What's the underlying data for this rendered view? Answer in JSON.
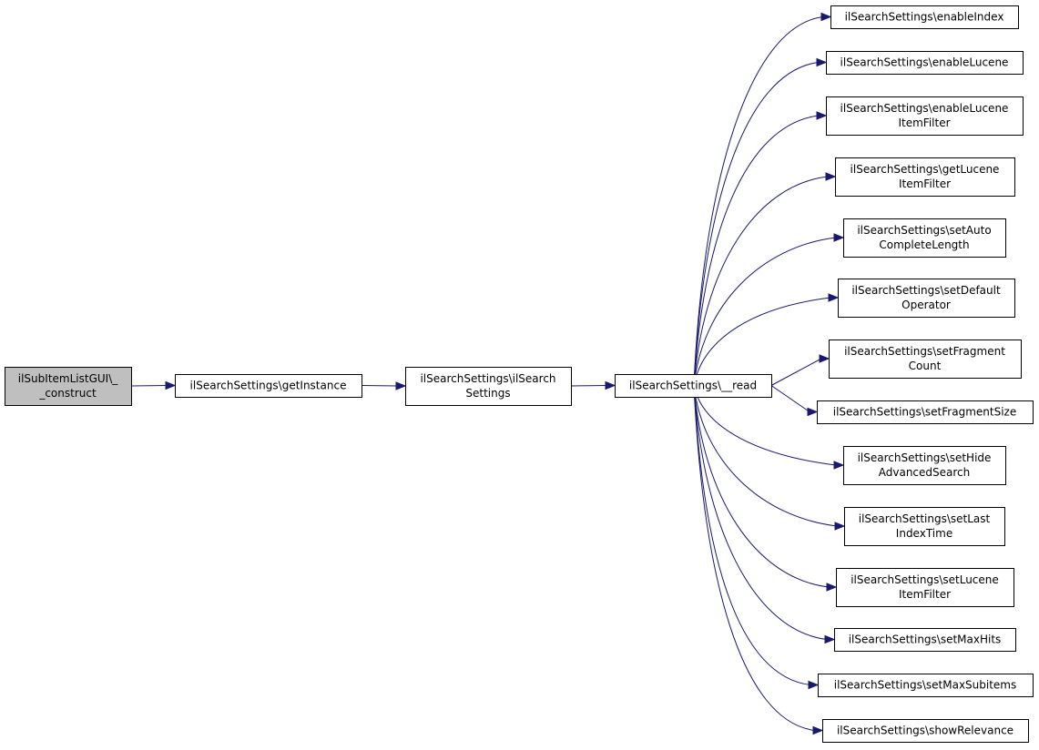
{
  "colors": {
    "edge": "#191970",
    "root_fill": "#bfbfbf",
    "node_fill": "#ffffff",
    "border": "#000000"
  },
  "nodes": [
    {
      "id": "n0",
      "lines": [
        "ilSubItemListGUI\\_",
        "_construct"
      ]
    },
    {
      "id": "n1",
      "lines": [
        "ilSearchSettings\\getInstance"
      ]
    },
    {
      "id": "n2",
      "lines": [
        "ilSearchSettings\\ilSearch",
        "Settings"
      ]
    },
    {
      "id": "n3",
      "lines": [
        "ilSearchSettings\\__read"
      ]
    },
    {
      "id": "n4",
      "lines": [
        "ilSearchSettings\\enableIndex"
      ]
    },
    {
      "id": "n5",
      "lines": [
        "ilSearchSettings\\enableLucene"
      ]
    },
    {
      "id": "n6",
      "lines": [
        "ilSearchSettings\\enableLucene",
        "ItemFilter"
      ]
    },
    {
      "id": "n7",
      "lines": [
        "ilSearchSettings\\getLucene",
        "ItemFilter"
      ]
    },
    {
      "id": "n8",
      "lines": [
        "ilSearchSettings\\setAuto",
        "CompleteLength"
      ]
    },
    {
      "id": "n9",
      "lines": [
        "ilSearchSettings\\setDefault",
        "Operator"
      ]
    },
    {
      "id": "n10",
      "lines": [
        "ilSearchSettings\\setFragment",
        "Count"
      ]
    },
    {
      "id": "n11",
      "lines": [
        "ilSearchSettings\\setFragmentSize"
      ]
    },
    {
      "id": "n12",
      "lines": [
        "ilSearchSettings\\setHide",
        "AdvancedSearch"
      ]
    },
    {
      "id": "n13",
      "lines": [
        "ilSearchSettings\\setLast",
        "IndexTime"
      ]
    },
    {
      "id": "n14",
      "lines": [
        "ilSearchSettings\\setLucene",
        "ItemFilter"
      ]
    },
    {
      "id": "n15",
      "lines": [
        "ilSearchSettings\\setMaxHits"
      ]
    },
    {
      "id": "n16",
      "lines": [
        "ilSearchSettings\\setMaxSubitems"
      ]
    },
    {
      "id": "n17",
      "lines": [
        "ilSearchSettings\\showRelevance"
      ]
    }
  ],
  "edges": [
    [
      "n0",
      "n1"
    ],
    [
      "n1",
      "n2"
    ],
    [
      "n2",
      "n3"
    ],
    [
      "n3",
      "n4"
    ],
    [
      "n3",
      "n5"
    ],
    [
      "n3",
      "n6"
    ],
    [
      "n3",
      "n7"
    ],
    [
      "n3",
      "n8"
    ],
    [
      "n3",
      "n9"
    ],
    [
      "n3",
      "n10"
    ],
    [
      "n3",
      "n11"
    ],
    [
      "n3",
      "n12"
    ],
    [
      "n3",
      "n13"
    ],
    [
      "n3",
      "n14"
    ],
    [
      "n3",
      "n15"
    ],
    [
      "n3",
      "n16"
    ],
    [
      "n3",
      "n17"
    ]
  ]
}
